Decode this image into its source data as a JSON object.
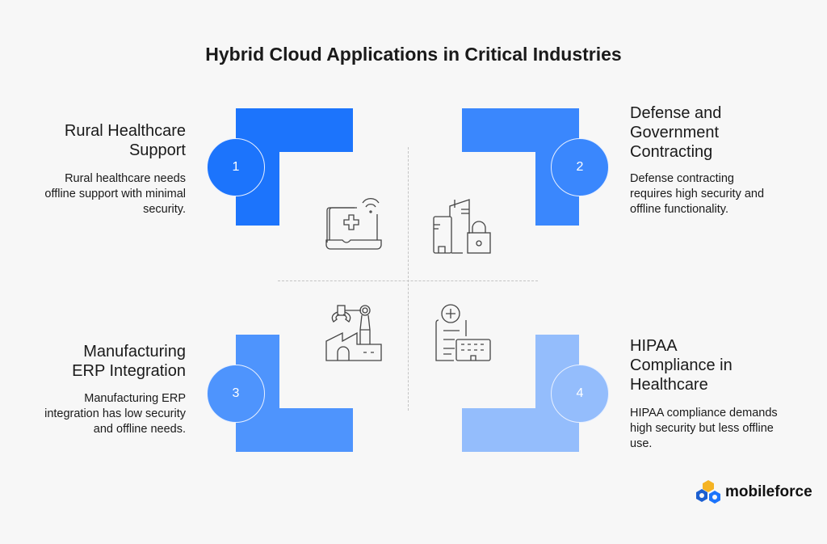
{
  "title": "Hybrid Cloud Applications in Critical Industries",
  "colors": {
    "c1": "#1c74fc",
    "c2": "#3a87fd",
    "c3": "#4e94fd",
    "c4": "#94bdfc"
  },
  "items": [
    {
      "number": "1",
      "heading": "Rural Healthcare Support",
      "description": "Rural healthcare needs offline support with minimal security.",
      "icon": "laptop-medical-wifi-icon"
    },
    {
      "number": "2",
      "heading": "Defense and Government Contracting",
      "description": "Defense contracting requires high security and offline functionality.",
      "icon": "buildings-lock-icon"
    },
    {
      "number": "3",
      "heading": "Manufacturing ERP Integration",
      "description": "Manufacturing ERP integration has low security and offline needs.",
      "icon": "factory-robot-arm-icon"
    },
    {
      "number": "4",
      "heading": "HIPAA Compliance in Healthcare",
      "description": "HIPAA compliance demands high security but less offline use.",
      "icon": "medical-document-hospital-icon"
    }
  ],
  "logo": {
    "text": "mobileforce"
  }
}
